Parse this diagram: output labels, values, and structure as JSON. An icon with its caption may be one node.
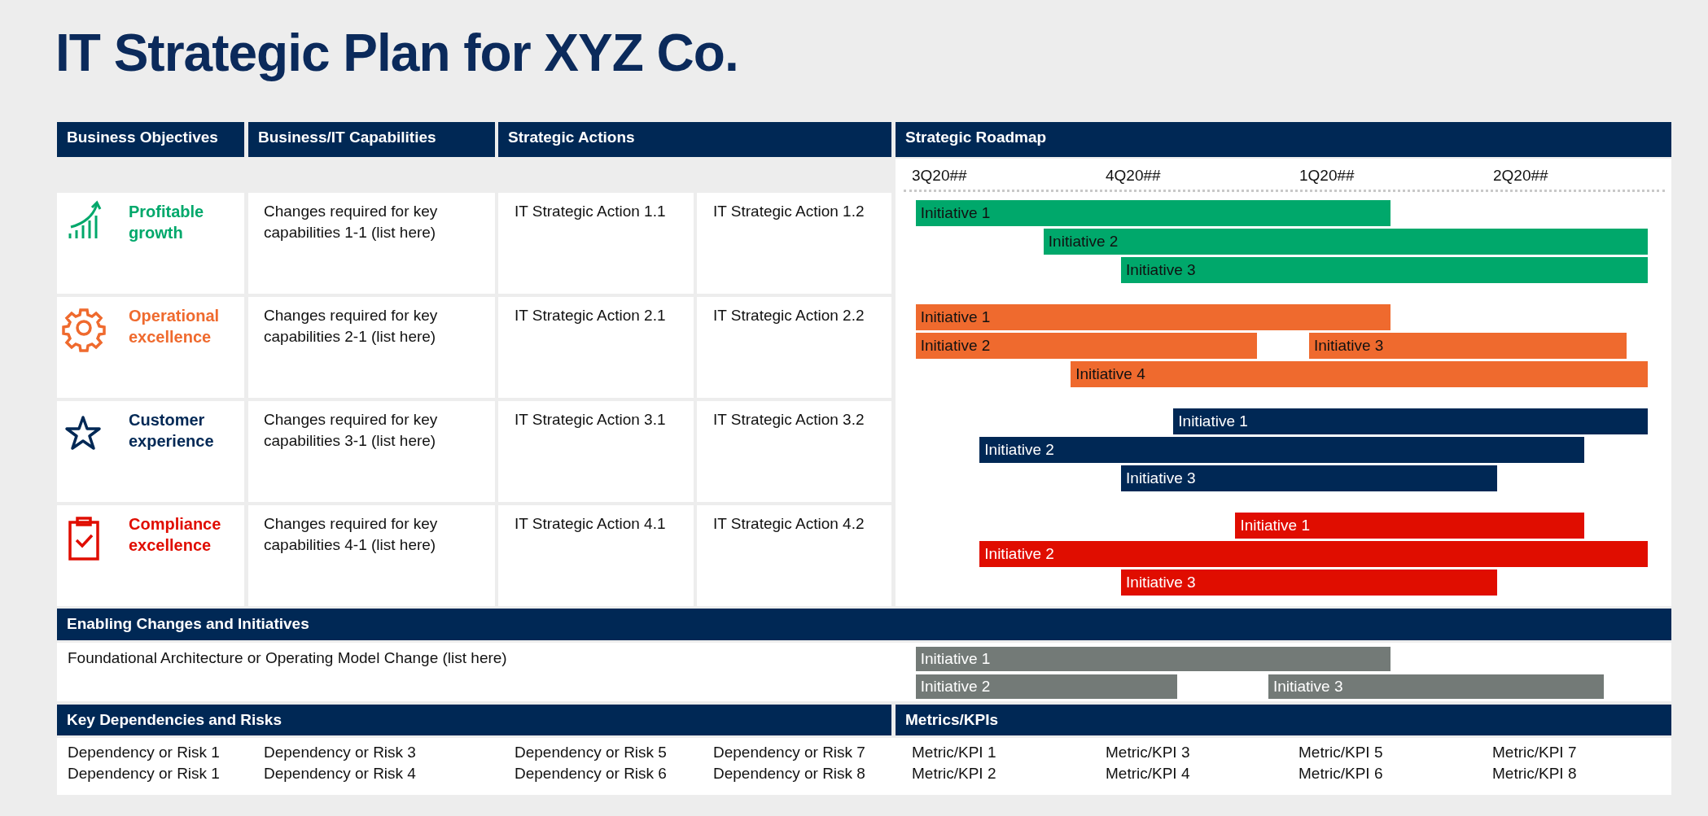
{
  "diagram": {
    "title": "IT Strategic Plan for XYZ Co.",
    "nodes": [
      {
        "text": [
          "Business Objectives"
        ]
      },
      {
        "text": [
          "Business/IT Capabilities"
        ]
      },
      {
        "text": [
          "Strategic Actions"
        ]
      },
      {
        "text": [
          "Strategic Roadmap"
        ]
      },
      {
        "text": [
          "Enabling Changes and Initiatives"
        ]
      },
      {
        "text": [
          "Key Dependencies and Risks"
        ]
      },
      {
        "text": [
          "Metrics/KPIs"
        ]
      },
      {
        "text": [
          "Initiative 1"
        ]
      },
      {
        "text": [
          "Initiative 2"
        ]
      },
      {
        "text": [
          "Initiative 3"
        ]
      },
      {
        "text": [
          "Initiative 1"
        ]
      },
      {
        "text": [
          "Initiative 2"
        ]
      },
      {
        "text": [
          "Initiative 3"
        ]
      },
      {
        "text": [
          "Initiative 4"
        ]
      },
      {
        "text": [
          "Initiative 1"
        ]
      },
      {
        "text": [
          "Initiative 2"
        ]
      },
      {
        "text": [
          "Initiative 3"
        ]
      },
      {
        "text": [
          "Initiative 1"
        ]
      },
      {
        "text": [
          "Initiative 2"
        ]
      },
      {
        "text": [
          "Initiative 3"
        ]
      },
      {
        "text": [
          "Initiative 1"
        ]
      },
      {
        "text": [
          "Initiative 2"
        ]
      },
      {
        "text": [
          "Initiative 3"
        ]
      }
    ],
    "labels": [
      "3Q20##",
      "4Q20##",
      "1Q20##",
      "2Q20##",
      "Profitable growth",
      "Changes required for key capabilities 1-1 (list here)",
      "IT Strategic Action 1.1",
      "IT Strategic Action 1.2",
      "Operational excellence",
      "Changes required for key capabilities 2-1 (list here)",
      "IT Strategic Action 2.1",
      "IT Strategic Action 2.2",
      "Customer experience",
      "Changes required for key capabilities 3-1 (list here)",
      "IT Strategic Action 3.1",
      "IT Strategic Action 3.2",
      "Compliance excellence",
      "Changes required for key capabilities 4-1 (list here)",
      "IT Strategic Action 4.1",
      "IT Strategic Action 4.2",
      "Foundational Architecture or Operating Model Change (list here)",
      "Dependency or Risk 1",
      "Dependency or Risk 3",
      "Dependency or Risk 5",
      "Dependency or Risk 7",
      "Metric/KPI 1",
      "Metric/KPI 3",
      "Metric/KPI 5",
      "Metric/KPI 7",
      "Dependency or Risk 1",
      "Dependency or Risk 4",
      "Dependency or Risk 6",
      "Dependency or Risk 8",
      "Metric/KPI 2",
      "Metric/KPI 4",
      "Metric/KPI 6",
      "Metric/KPI 8"
    ]
  }
}
